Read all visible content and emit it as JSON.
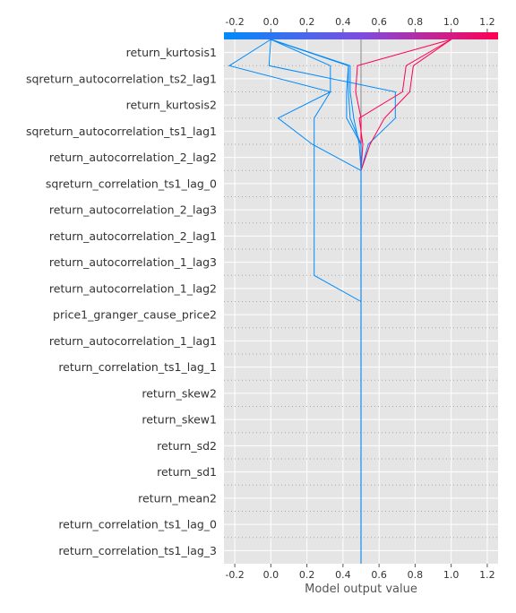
{
  "chart_data": {
    "type": "line",
    "xlabel": "Model output value",
    "xlim": [
      -0.26,
      1.26
    ],
    "xticks": [
      "-0.2",
      "0.0",
      "0.2",
      "0.4",
      "0.6",
      "0.8",
      "1.0",
      "1.2"
    ],
    "xtick_values": [
      -0.2,
      0.0,
      0.2,
      0.4,
      0.6,
      0.8,
      1.0,
      1.2
    ],
    "base_value": 0.5,
    "colorbar": {
      "low": "#008bfb",
      "high": "#ff0052",
      "vmin": 0.0,
      "vmax": 1.0
    },
    "grid": true,
    "features": [
      "return_kurtosis1",
      "sqreturn_autocorrelation_ts2_lag1",
      "return_kurtosis2",
      "sqreturn_autocorrelation_ts1_lag1",
      "return_autocorrelation_2_lag2",
      "sqreturn_correlation_ts1_lag_0",
      "return_autocorrelation_2_lag3",
      "return_autocorrelation_2_lag1",
      "return_autocorrelation_1_lag3",
      "return_autocorrelation_1_lag2",
      "price1_granger_cause_price2",
      "return_autocorrelation_1_lag1",
      "return_correlation_ts1_lag_1",
      "return_skew2",
      "return_skew1",
      "return_sd2",
      "return_sd1",
      "return_mean2",
      "return_correlation_ts1_lag_0",
      "return_correlation_ts1_lag_3"
    ],
    "series": [
      {
        "output": 0.0,
        "path": [
          0.0,
          0.33,
          0.33,
          0.24,
          0.24,
          0.24,
          0.24,
          0.24,
          0.24,
          0.24
        ]
      },
      {
        "output": 0.0,
        "path": [
          0.0,
          -0.23,
          0.33,
          0.04,
          0.23,
          0.5,
          0.5,
          0.5,
          0.5,
          0.5
        ]
      },
      {
        "output": 0.0,
        "path": [
          0.0,
          -0.01,
          0.69,
          0.69,
          0.54,
          0.5,
          0.5,
          0.5,
          0.5,
          0.5
        ]
      },
      {
        "output": 1.0,
        "path": [
          1.0,
          0.79,
          0.77,
          0.63,
          0.55,
          0.5,
          0.5,
          0.5,
          0.5,
          0.5
        ]
      },
      {
        "output": 1.0,
        "path": [
          1.0,
          0.75,
          0.73,
          0.49,
          0.51,
          0.5,
          0.5,
          0.5,
          0.5,
          0.5
        ]
      },
      {
        "output": 1.0,
        "path": [
          1.0,
          0.48,
          0.47,
          0.5,
          0.5,
          0.5,
          0.5,
          0.5,
          0.5,
          0.5
        ]
      },
      {
        "output": 0.0,
        "path": [
          0.0,
          0.43,
          0.43,
          0.44,
          0.5,
          0.5,
          0.5,
          0.5,
          0.5,
          0.5
        ]
      },
      {
        "output": 0.0,
        "path": [
          0.0,
          0.44,
          0.44,
          0.46,
          0.49,
          0.5,
          0.5,
          0.5,
          0.5,
          0.5
        ]
      },
      {
        "output": 0.0,
        "path": [
          0.0,
          0.43,
          0.42,
          0.42,
          0.5,
          0.5,
          0.5,
          0.5,
          0.5,
          0.5
        ]
      }
    ]
  }
}
